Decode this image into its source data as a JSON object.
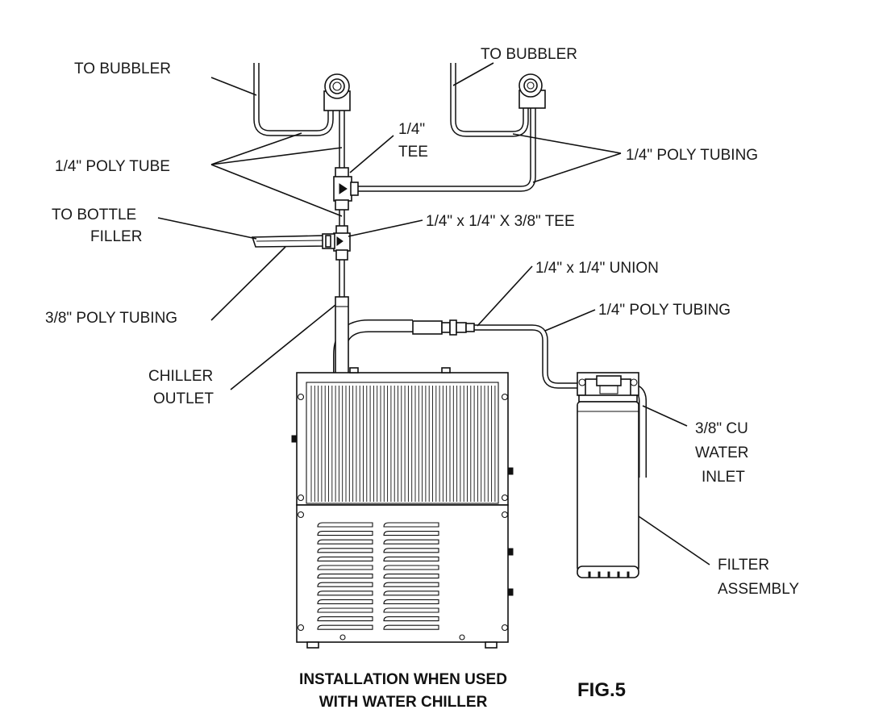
{
  "labels": {
    "to_bubbler_left": "TO BUBBLER",
    "to_bubbler_right": "TO BUBBLER",
    "quarter_tee_line1": "1/4\"",
    "quarter_tee_line2": "TEE",
    "poly_tube_left": "1/4\" POLY TUBE",
    "poly_tubing_right": "1/4\" POLY TUBING",
    "to_bottle_filler_line1": "TO BOTTLE",
    "to_bottle_filler_line2": "FILLER",
    "reducing_tee": "1/4\" x 1/4\" X 3/8\" TEE",
    "union": "1/4\" x 1/4\" UNION",
    "poly_tubing_filter": "1/4\" POLY TUBING",
    "three_eighths_poly": "3/8\" POLY TUBING",
    "chiller_outlet_line1": "CHILLER",
    "chiller_outlet_line2": "OUTLET",
    "cu_inlet_line1": "3/8\" CU",
    "cu_inlet_line2": "WATER",
    "cu_inlet_line3": "INLET",
    "filter_line1": "FILTER",
    "filter_line2": "ASSEMBLY"
  },
  "caption": {
    "line1": "INSTALLATION WHEN USED",
    "line2": "WITH WATER CHILLER"
  },
  "figure_number": "FIG.5"
}
